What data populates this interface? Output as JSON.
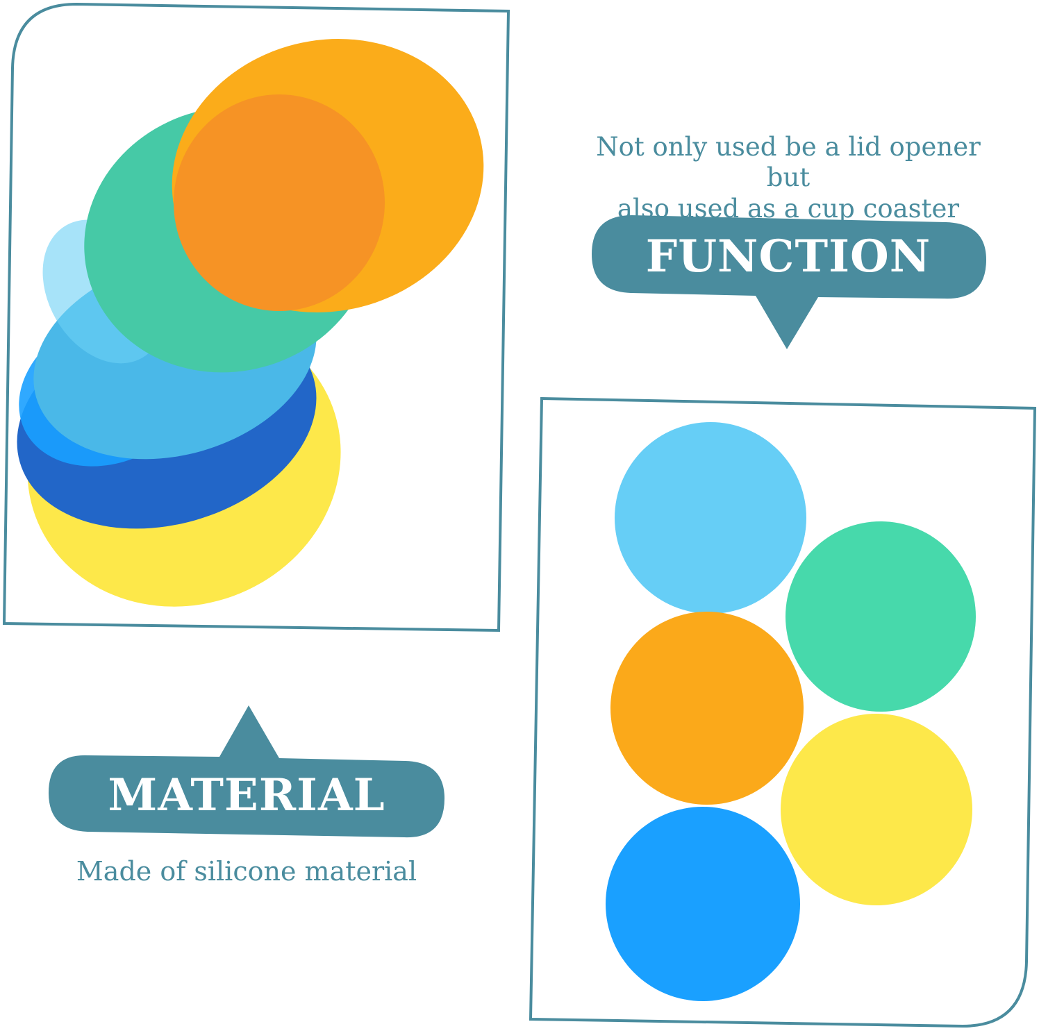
{
  "function_section": {
    "badge": "FUNCTION",
    "caption_line1": "Not only used be a lid opener but",
    "caption_line2": "also used as a cup coaster"
  },
  "material_section": {
    "badge": "MATERIAL",
    "caption": "Made of silicone material"
  },
  "colors": {
    "frame": "#4a8c9e",
    "badge": "#4a8c9e",
    "caption_text": "#4a8c9e",
    "orange": "#fba71a",
    "green": "#47d9ab",
    "sky_blue": "#5cc9f2",
    "blue": "#1aa0ff",
    "dark_blue": "#2266c8",
    "yellow": "#fde84a"
  }
}
